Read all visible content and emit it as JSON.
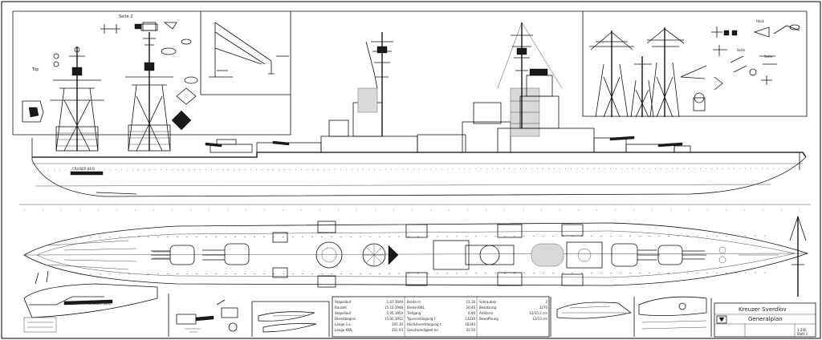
{
  "labels": {
    "view_a": "Seite 2",
    "view_b": "Top",
    "view_c": "Heck",
    "view_d": "Seite",
    "view_e": "Seite",
    "hull_tag": "CRUISER 68 B",
    "stern_tag": "CRUISER 68 B"
  },
  "specs": {
    "rows": [
      {
        "k": "Stapellauf",
        "v": "1.07.1949"
      },
      {
        "k": "Bauzeit",
        "v": "15.10.1948"
      },
      {
        "k": "Stapellauf",
        "v": "5.05.1950"
      },
      {
        "k": "Dienstbeginn",
        "v": "15.05.1952"
      },
      {
        "k": "Länge ü.a.",
        "v": "205.30"
      },
      {
        "k": "Länge KWL",
        "v": "201.93"
      }
    ],
    "rows2": [
      {
        "k": "Breite m",
        "v": "21.16"
      },
      {
        "k": "Breite KWL",
        "v": "20.40"
      },
      {
        "k": "Tiefgang",
        "v": "6.90"
      },
      {
        "k": "Typverdrängung t",
        "v": "13230"
      },
      {
        "k": "Höchstverdrängung t",
        "v": "16340"
      },
      {
        "k": "Geschwindigkeit kn",
        "v": "32.50"
      }
    ],
    "rows3": [
      {
        "k": "Schrauben",
        "v": "2"
      },
      {
        "k": "Besatzung",
        "v": "1270"
      },
      {
        "k": "Artillerie",
        "v": "12/15.2 cm"
      },
      {
        "k": "Bewaffnung",
        "v": "12/10 cm"
      }
    ]
  },
  "title_block": {
    "title": "Kreuzer Sverdlov",
    "subtitle": "Generalplan",
    "scale": "1:200",
    "sheet": "Blatt 1"
  }
}
